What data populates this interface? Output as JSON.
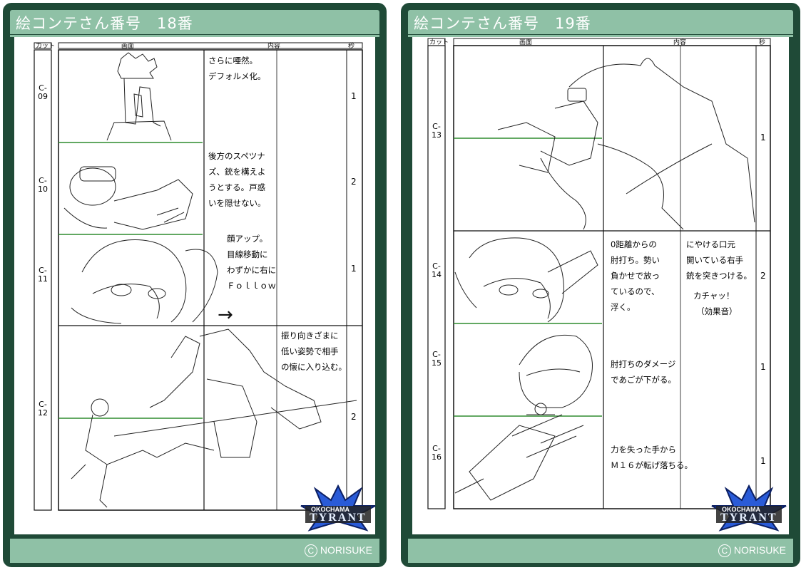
{
  "left_sheet": {
    "title": "絵コンテさん番号　18番",
    "col_cut": "カット",
    "col_picture": "画面",
    "col_content": "内容",
    "col_sec": "秒",
    "cuts": [
      {
        "id": "C-09",
        "sec": "1",
        "note1": [
          "さらに唖然。",
          "デフォルメ化。"
        ],
        "note2": []
      },
      {
        "id": "C-10",
        "sec": "2",
        "note1": [
          "後方のスペツナ",
          "ズ、銃を構えよ",
          "うとする。戸惑",
          "いを隠せない。"
        ],
        "note2": []
      },
      {
        "id": "C-11",
        "sec": "1",
        "note1": [
          "顔アップ。",
          "目線移動に",
          "わずかに右に",
          "Ｆｏｌｌｏｗ"
        ],
        "note2": []
      },
      {
        "id": "C-12",
        "sec": "2",
        "note1": [],
        "note2": [
          "振り向きざまに",
          "低い姿勢で相手",
          "の懐に入り込む。"
        ]
      }
    ],
    "arrow": "→"
  },
  "right_sheet": {
    "title": "絵コンテさん番号　19番",
    "col_cut": "カット",
    "col_picture": "画面",
    "col_content": "内容",
    "col_sec": "秒",
    "cuts": [
      {
        "id": "C-13",
        "sec": "1",
        "note1": [],
        "note2": []
      },
      {
        "id": "C-14",
        "sec": "2",
        "note1": [
          "0距離からの",
          "肘打ち。勢い",
          "負かせで放っ",
          "ているので、",
          "浮く。"
        ],
        "note2": [
          "にやける口元",
          "開いている右手",
          "銃を突きつける。",
          "カチャッ！",
          "（効果音）"
        ]
      },
      {
        "id": "C-15",
        "sec": "1",
        "note1": [
          "肘打ちのダメージ",
          "であごが下がる。"
        ],
        "note2": []
      },
      {
        "id": "C-16",
        "sec": "1",
        "note1": [
          "力を失った手から",
          "Ｍ１６が転げ落ちる。"
        ],
        "note2": []
      }
    ]
  },
  "logo": {
    "line1": "OKOCHAMA",
    "line2": "TYRANT"
  },
  "copyright": "NORISUKE",
  "colors": {
    "frame": "#1f4a37",
    "bar": "#8fc1a6",
    "divider": "#2e8b2e"
  }
}
